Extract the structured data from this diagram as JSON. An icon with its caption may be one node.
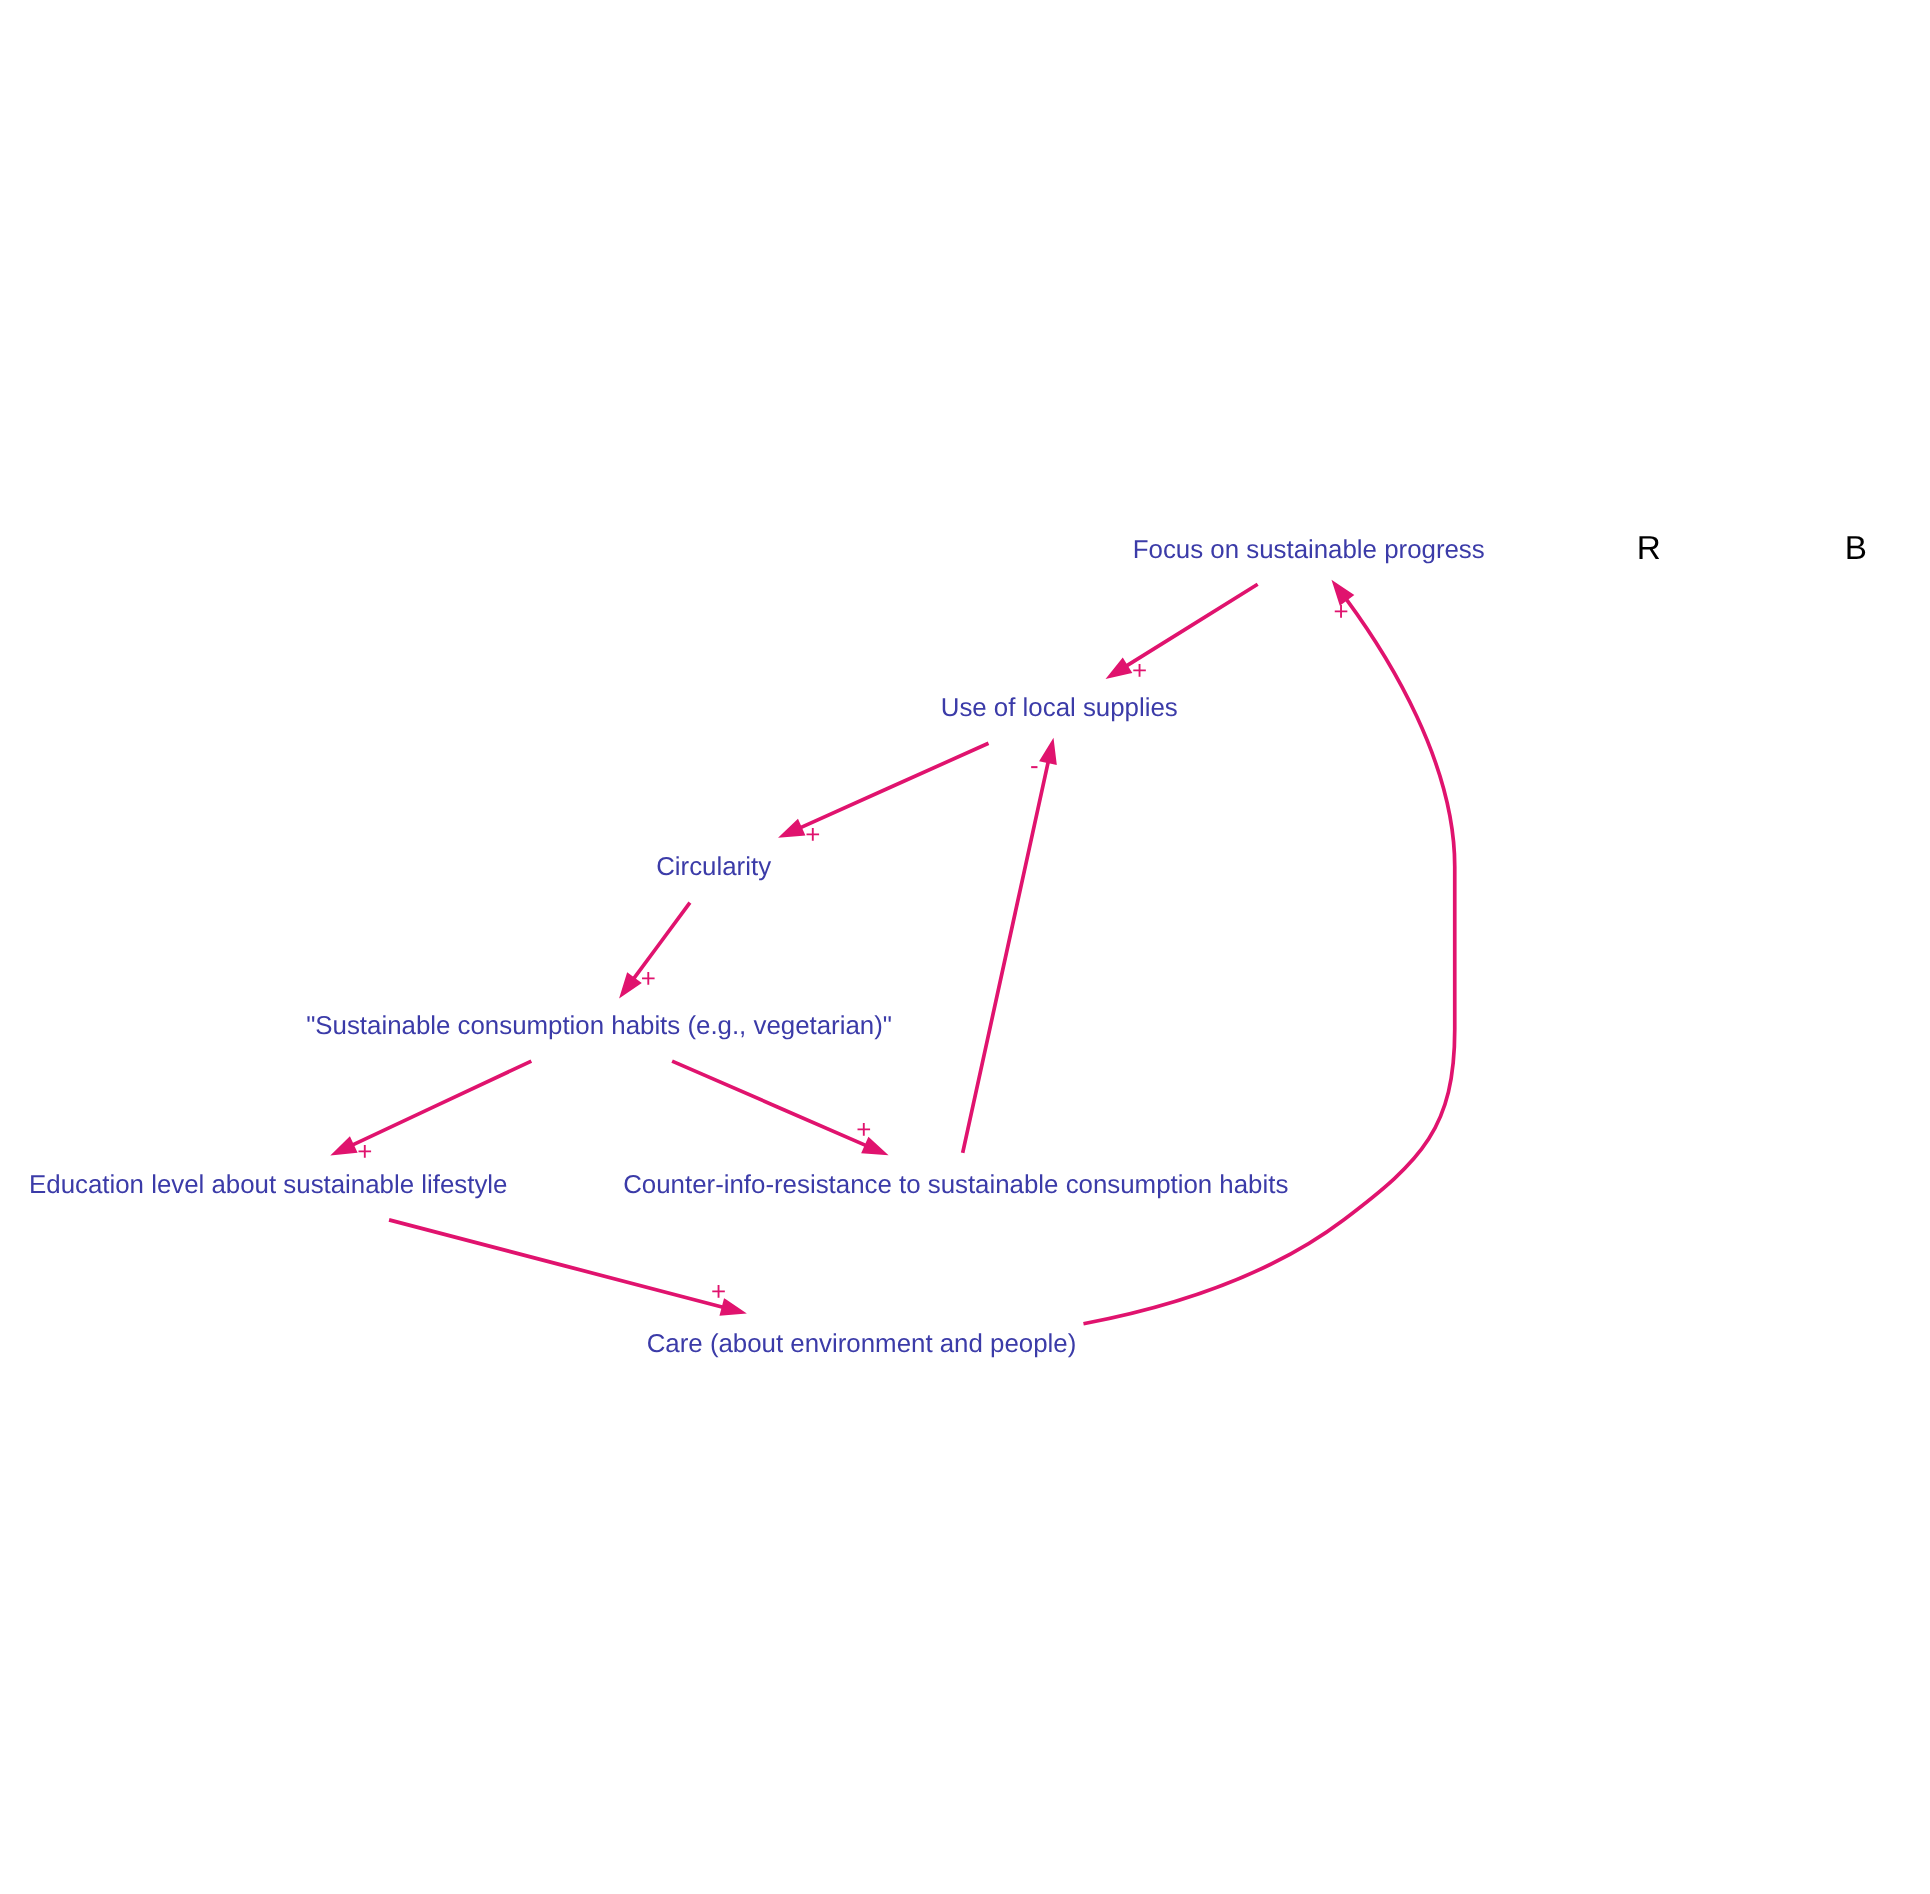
{
  "diagram": {
    "nodes": [
      {
        "text": [
          "Focus on sustainable progress"
        ]
      },
      {
        "text": [
          "Use of local supplies"
        ]
      },
      {
        "text": [
          "Care (about environment and people)"
        ]
      },
      {
        "text": [
          "Circularity"
        ]
      },
      {
        "text": [
          "Education level about sustainable lifestyle"
        ]
      },
      {
        "text": [
          "\"Sustainable consumption habits (e.g., vegetarian)\""
        ]
      },
      {
        "text": [
          "Counter-info-resistance to sustainable consumption habits"
        ]
      }
    ],
    "edges": [
      {
        "from": 0,
        "to": 1,
        "arrow": "to",
        "label": "+"
      },
      {
        "from": 1,
        "to": 3,
        "arrow": "to",
        "label": "+"
      },
      {
        "from": 3,
        "to": 5,
        "arrow": "to",
        "label": "+"
      },
      {
        "from": 5,
        "to": 4,
        "arrow": "to",
        "label": "+"
      },
      {
        "from": 4,
        "to": 2,
        "arrow": "to",
        "label": "+"
      },
      {
        "from": 2,
        "to": 0,
        "arrow": "to",
        "label": "+"
      },
      {
        "from": 5,
        "to": 6,
        "arrow": "to",
        "label": "+"
      },
      {
        "from": 6,
        "to": 1,
        "arrow": "to",
        "label": "-"
      }
    ],
    "labels": [
      "R",
      "B"
    ]
  }
}
